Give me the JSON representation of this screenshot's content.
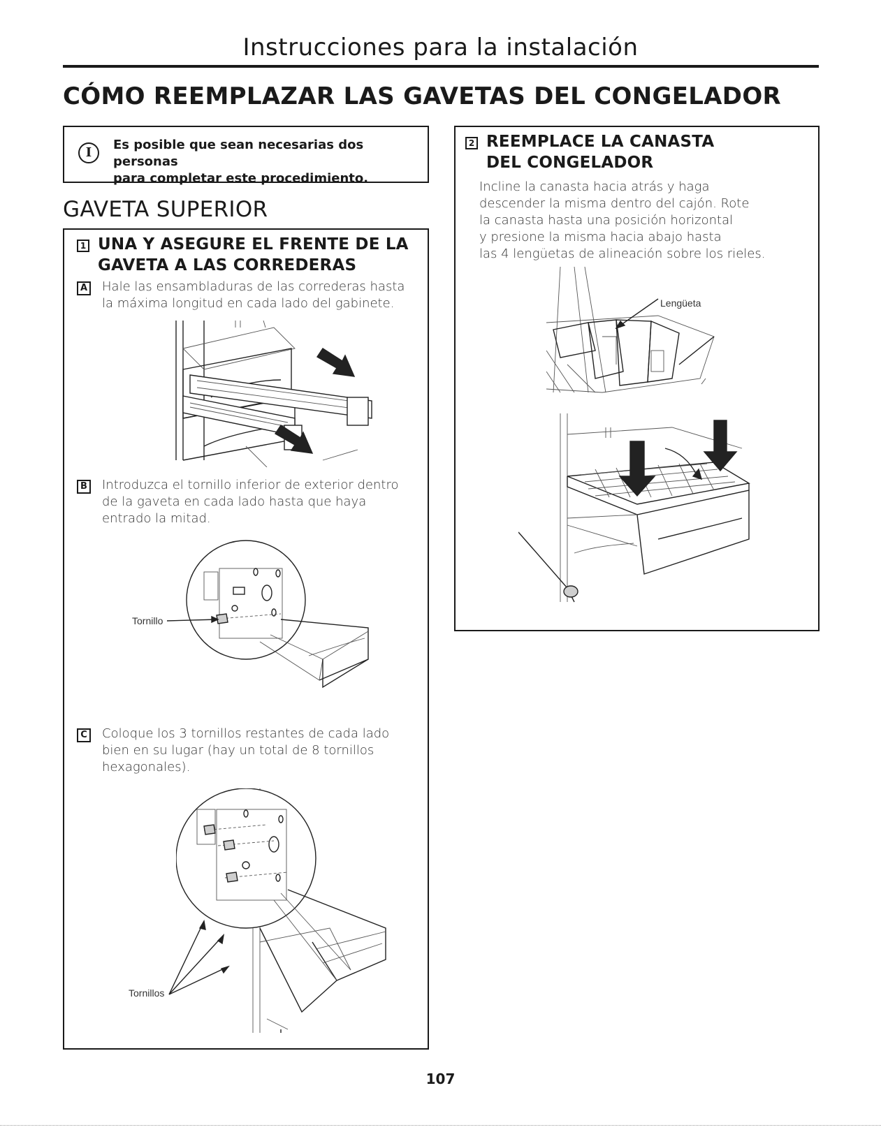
{
  "header": {
    "title": "Instrucciones para la instalación",
    "section_title": "CÓMO REEMPLAZAR LAS GAVETAS DEL CONGELADOR"
  },
  "note": {
    "icon": "I",
    "line1": "Es posible que sean necesarias dos personas",
    "line2": "para completar este procedimiento."
  },
  "upper_drawer": {
    "title": "GAVETA SUPERIOR",
    "step1": {
      "number": "1",
      "title_line1": "UNA Y ASEGURE EL FRENTE DE LA",
      "title_line2": "GAVETA A LAS CORREDERAS",
      "substeps": [
        {
          "letter": "A",
          "lines": [
            "Hale las ensambladuras de las correderas hasta",
            "la máxima longitud en cada lado del gabinete."
          ]
        },
        {
          "letter": "B",
          "lines": [
            "Introduzca el tornillo inferior de exterior dentro",
            "de la gaveta en cada lado hasta que haya",
            "entrado la mitad."
          ],
          "callout": "Tornillo"
        },
        {
          "letter": "C",
          "lines": [
            "Coloque los 3 tornillos restantes de cada lado",
            "bien en su lugar (hay un total de 8 tornillos",
            "hexagonales)."
          ],
          "callout": "Tornillos"
        }
      ]
    }
  },
  "step2": {
    "number": "2",
    "title_line1": "REEMPLACE LA CANASTA",
    "title_line2": "DEL CONGELADOR",
    "lines": [
      "Incline la canasta hacia atrás y haga",
      "descender la misma dentro del cajón. Rote",
      "la canasta hasta una posición horizontal",
      "y presione la misma hacia abajo hasta",
      "las 4 lengüetas de alineación sobre los rieles."
    ],
    "callout": "Lengüeta"
  },
  "page_number": "107"
}
